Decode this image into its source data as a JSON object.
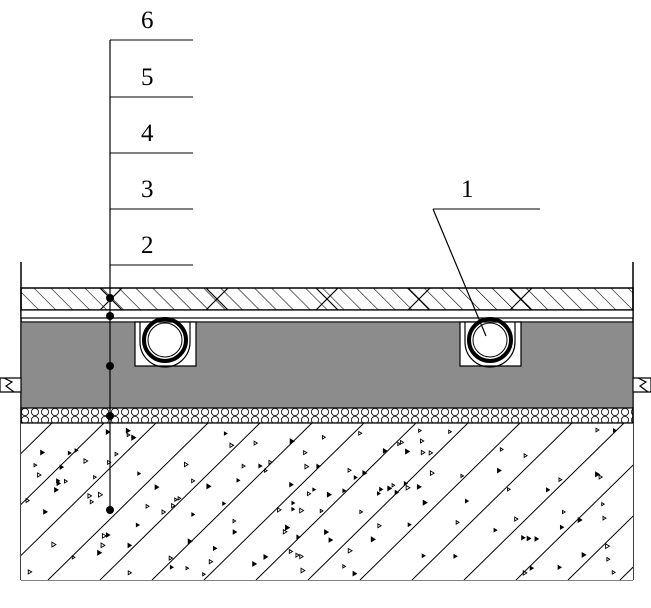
{
  "layer_labels": [
    "6",
    "5",
    "4",
    "3",
    "2"
  ],
  "pipe_label": "1",
  "colors": {
    "line": "#000000",
    "filler_fill": "#8c8c8c",
    "background": "#ffffff"
  }
}
